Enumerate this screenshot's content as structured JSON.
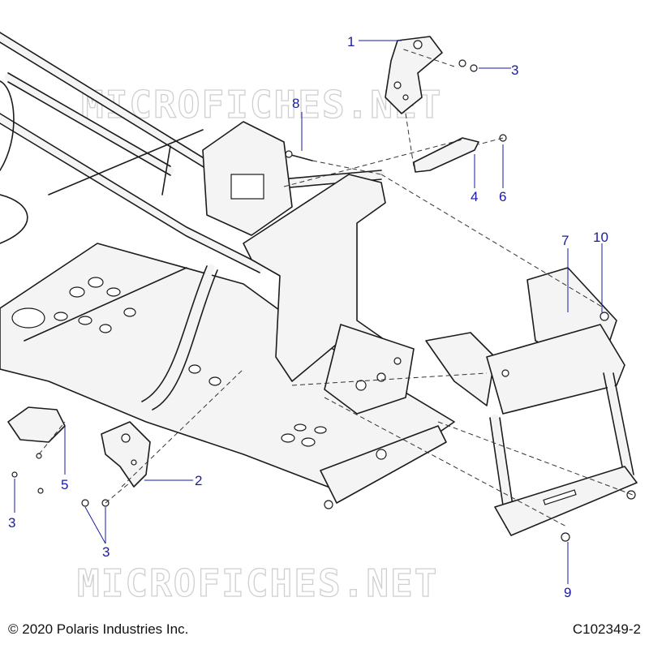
{
  "watermark_text": "MICROFICHES.NET",
  "callouts": [
    "1",
    "2",
    "3",
    "3",
    "3",
    "4",
    "5",
    "6",
    "7",
    "8",
    "9",
    "10"
  ],
  "footer": {
    "copyright": "© 2020 Polaris Industries Inc.",
    "figure_id": "C102349-2"
  },
  "colors": {
    "callout_text": "#1a1aa6",
    "line_art": "#1c1c1c",
    "watermark": "#cfcfcf"
  }
}
